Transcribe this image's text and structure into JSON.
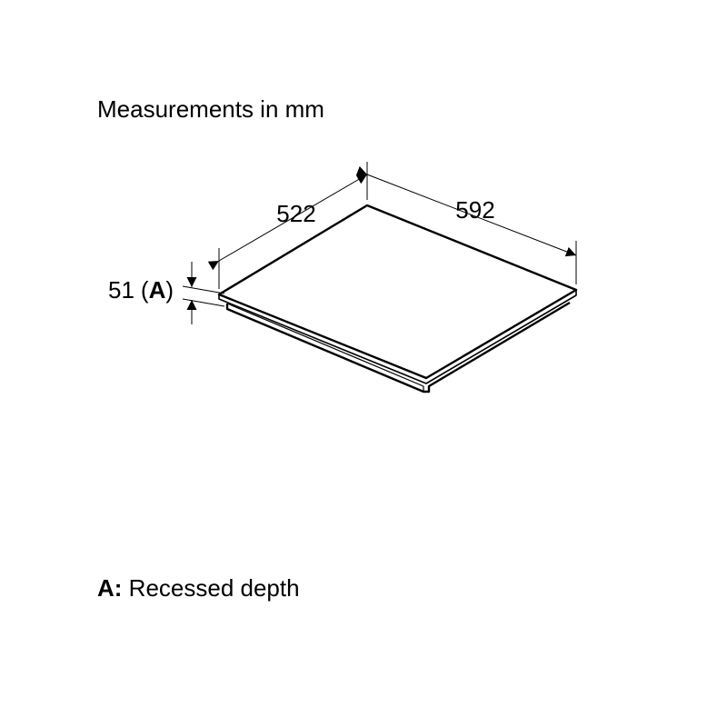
{
  "heading": "Measurements in mm",
  "dimensions": {
    "depth": "522",
    "width": "592",
    "recess_value": "51",
    "recess_paren_open": "(",
    "recess_key": "A",
    "recess_paren_close": ")"
  },
  "legend": {
    "key": "A:",
    "description": "Recessed depth"
  }
}
